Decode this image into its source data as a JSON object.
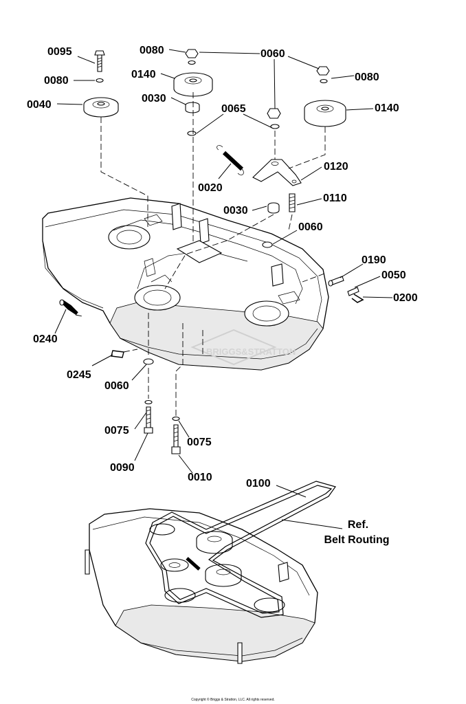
{
  "callouts": {
    "c0095": "0095",
    "c0080a": "0080",
    "c0040": "0040",
    "c0080b": "0080",
    "c0140a": "0140",
    "c0030a": "0030",
    "c0060a": "0060",
    "c0080c": "0080",
    "c0140b": "0140",
    "c0065": "0065",
    "c0020": "0020",
    "c0120": "0120",
    "c0110": "0110",
    "c0030b": "0030",
    "c0060b": "0060",
    "c0190": "0190",
    "c0050": "0050",
    "c0200": "0200",
    "c0240": "0240",
    "c0245": "0245",
    "c0060c": "0060",
    "c0075a": "0075",
    "c0090": "0090",
    "c0075b": "0075",
    "c0010": "0010",
    "c0100": "0100"
  },
  "reference": {
    "line1": "Ref.",
    "line2": "Belt Routing"
  },
  "watermark": "BRIGGS&STRATTON",
  "copyright": "Copyright © Briggs & Stratton, LLC. All rights reserved."
}
